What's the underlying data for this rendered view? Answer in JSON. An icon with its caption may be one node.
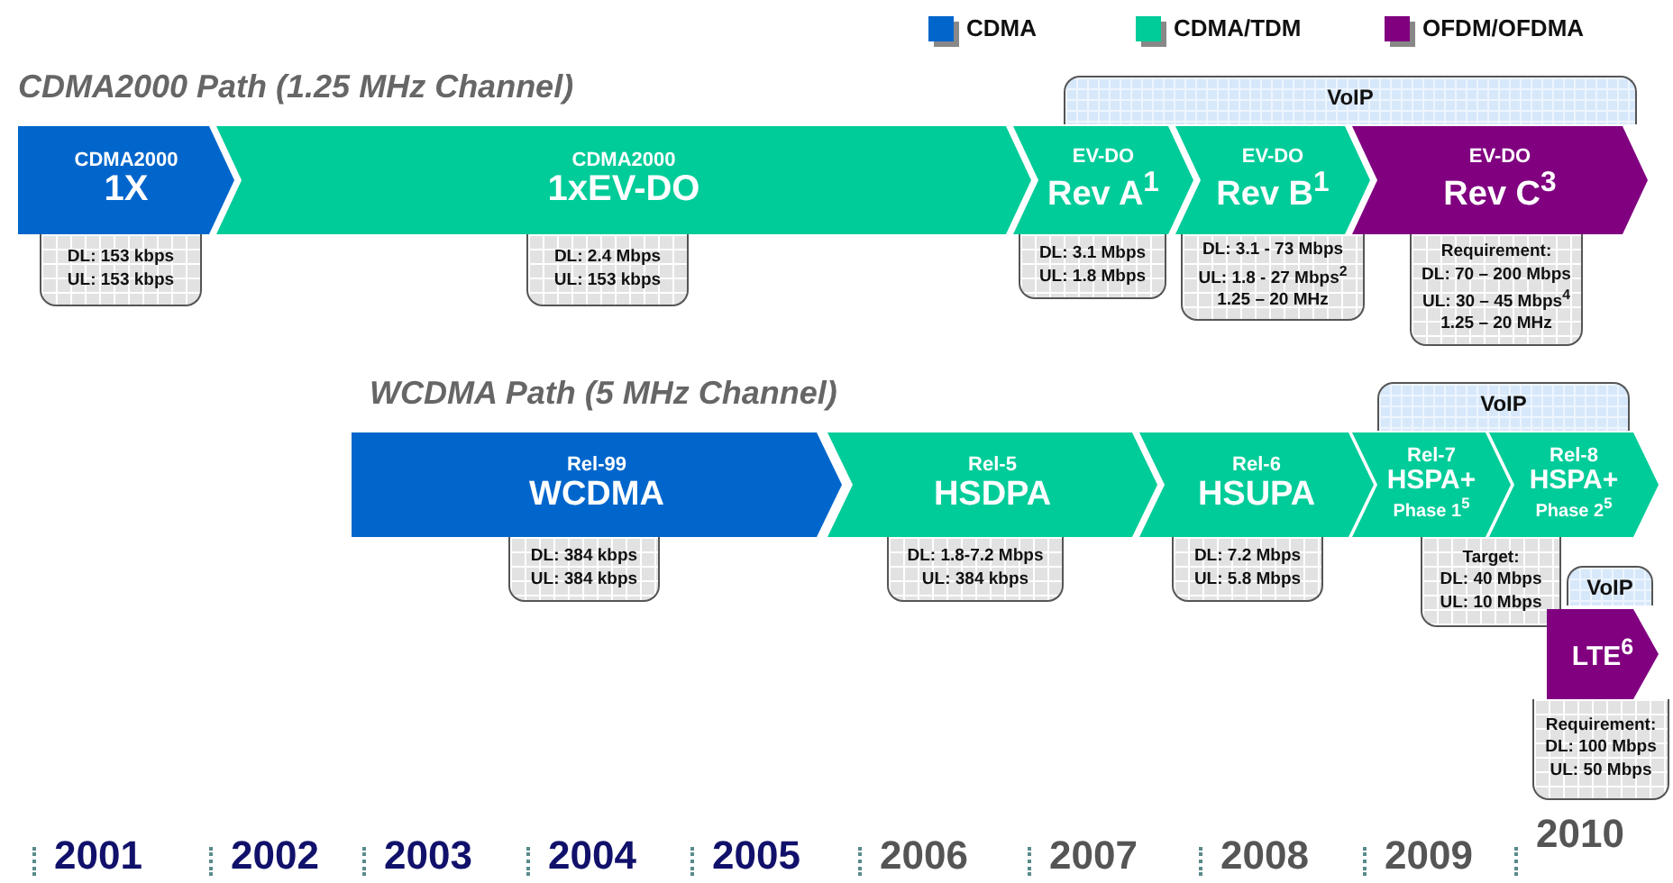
{
  "diagram": {
    "nodes": [
      {
        "text": [
          "CDMA2000",
          "1X"
        ]
      },
      {
        "text": [
          "DL: 153 kbps",
          "UL: 153 kbps"
        ]
      },
      {
        "text": [
          "CDMA2000",
          "1xEV-DO"
        ]
      },
      {
        "text": [
          "DL: 2.4 Mbps",
          "UL: 153 kbps"
        ]
      },
      {
        "text": [
          "VoIP"
        ]
      },
      {
        "text": [
          "EV-DO",
          "Rev A$^{1}$"
        ]
      },
      {
        "text": [
          "DL: 3.1 Mbps",
          "UL: 1.8 Mbps"
        ]
      },
      {
        "text": [
          "EV-DO",
          "Rev B$^{1}$"
        ]
      },
      {
        "text": [
          "DL: 3.1 - 73 Mbps",
          "UL: 1.8 - 27 Mbps$^{2}$",
          "1.25 – 20 MHz"
        ]
      },
      {
        "text": [
          "EV-DO",
          "Rev C$^{3}$"
        ]
      },
      {
        "text": [
          "Requirement:",
          "DL: 70 – 200 Mbps",
          "UL: 30 – 45 Mbps$^{4}$",
          "1.25 – 20 MHz"
        ]
      },
      {
        "text": [
          "Rel-99",
          "WCDMA"
        ]
      },
      {
        "text": [
          "DL: 384 kbps",
          "UL: 384 kbps"
        ]
      },
      {
        "text": [
          "Rel-5",
          "HSDPA"
        ]
      },
      {
        "text": [
          "DL: 1.8-7.2 Mbps",
          "UL: 384 kbps"
        ]
      },
      {
        "text": [
          "Rel-6",
          "HSUPA"
        ]
      },
      {
        "text": [
          "DL: 7.2 Mbps",
          "UL: 5.8 Mbps"
        ]
      },
      {
        "text": [
          "VoIP"
        ]
      },
      {
        "text": [
          "Rel-7",
          "HSPA+",
          "Phase 1$^{5}$"
        ]
      },
      {
        "text": [
          "Rel-8",
          "HSPA+",
          "Phase 2$^{5}$"
        ]
      },
      {
        "text": [
          "Target:",
          "DL: 40 Mbps",
          "UL: 10 Mbps"
        ]
      },
      {
        "text": [
          "VoIP"
        ]
      },
      {
        "text": [
          "LTE$^{6}$"
        ]
      },
      {
        "text": [
          "Requirement:",
          "DL: 100 Mbps",
          "UL: 50 Mbps"
        ]
      }
    ],
    "labels": [
      "CDMA2000 Path (1.25 MHz Channel)",
      "WCDMA Path (5 MHz Channel)",
      "2001",
      "2002",
      "2003",
      "2004",
      "2005",
      "2006",
      "2007",
      "2008",
      "2009",
      "2010"
    ],
    "legend": [
      {
        "text": "CDMA",
        "color": "#0066cc"
      },
      {
        "text": "CDMA/TDM",
        "color": "#00cc99"
      },
      {
        "text": "OFDM/OFDMA",
        "color": "#800080"
      }
    ]
  }
}
